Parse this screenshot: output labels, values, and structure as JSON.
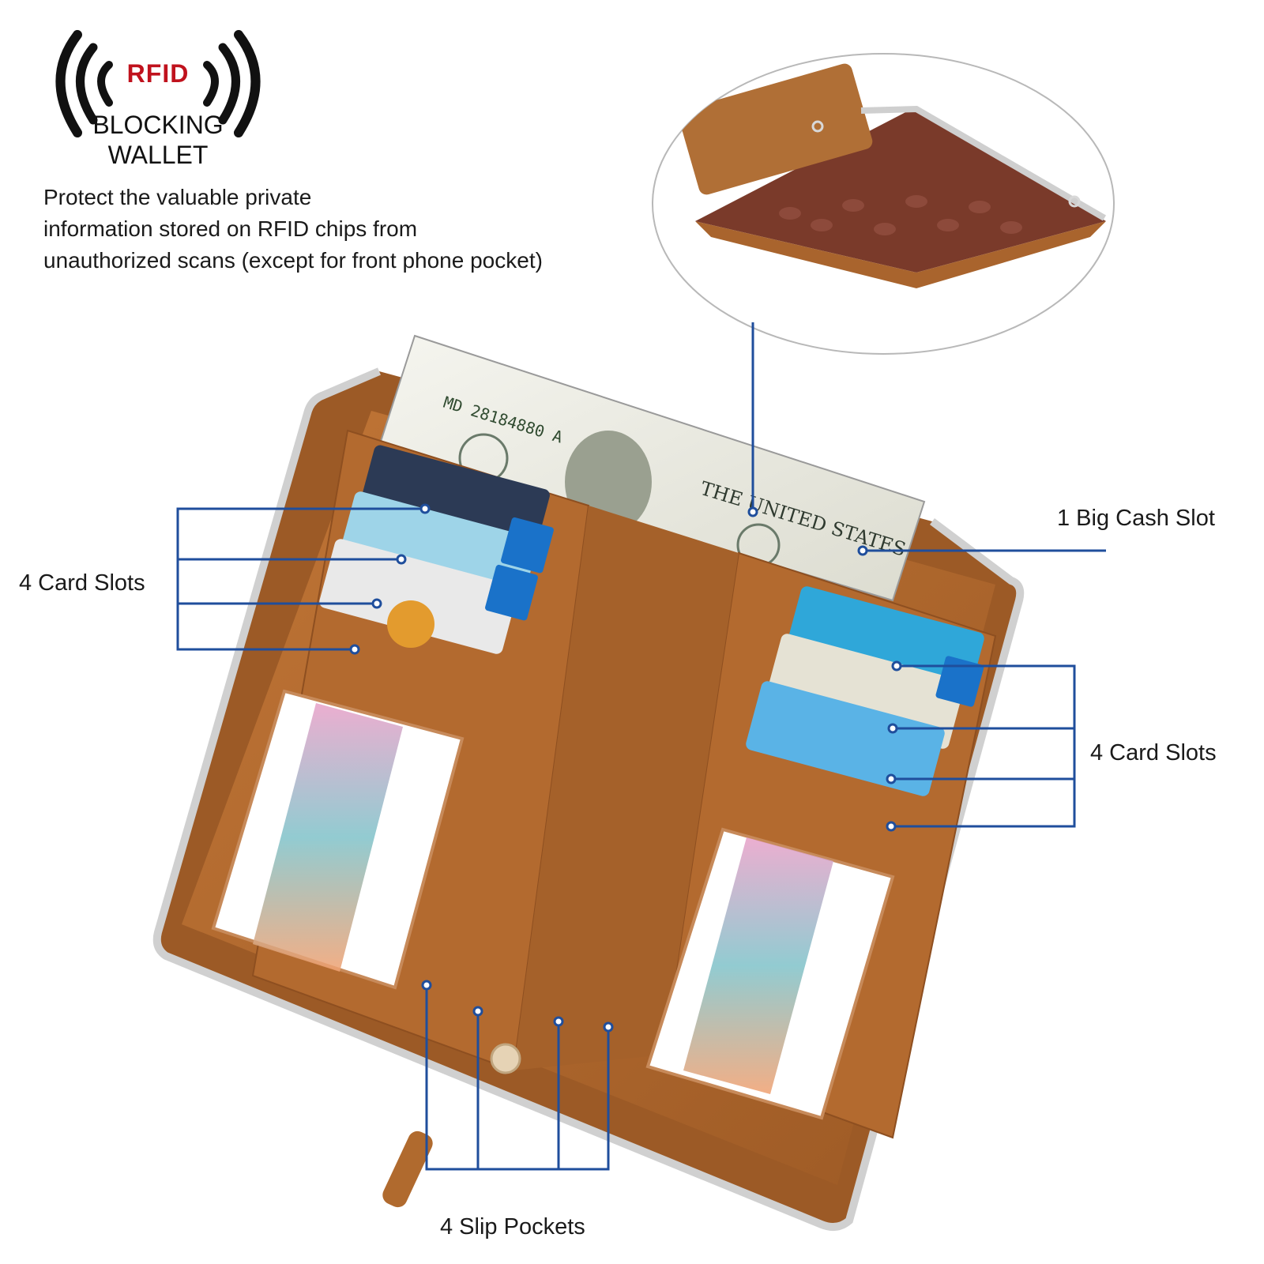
{
  "badge": {
    "rfid": "RFID",
    "blocking": "BLOCKING",
    "wallet": "WALLET"
  },
  "description": {
    "line1": "Protect the valuable private",
    "line2": "information stored on RFID chips from",
    "line3": "unauthorized scans (except for front phone pocket)"
  },
  "callouts": {
    "cards_left": "4 Card Slots",
    "cash": "1 Big Cash Slot",
    "cards_right": "4 Card Slots",
    "slip": "4 Slip Pockets"
  },
  "colors": {
    "rfid_red": "#c0121d",
    "leader_blue": "#1f4e9c",
    "leather": "#b46a2e",
    "leather_dark": "#8a4c1f",
    "zipper": "#c9c9c9"
  },
  "icons": [
    "rfid-signal-icon"
  ]
}
